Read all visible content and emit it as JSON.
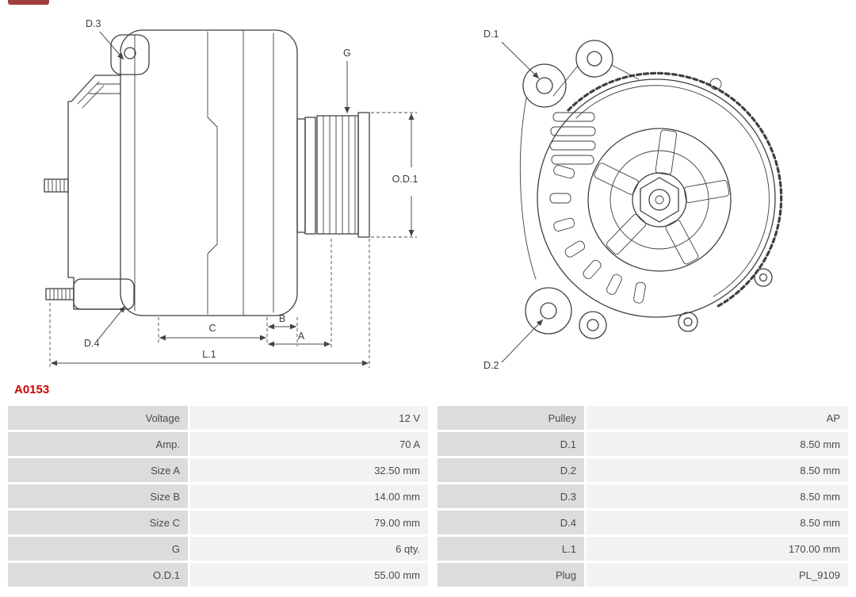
{
  "part_number": "A0153",
  "drawing": {
    "side_view": {
      "d3": "D.3",
      "d4": "D.4",
      "g": "G",
      "od1": "O.D.1",
      "a": "A",
      "b": "B",
      "c": "C",
      "l1": "L.1"
    },
    "rear_view": {
      "d1": "D.1",
      "d2": "D.2"
    }
  },
  "specs": {
    "rows": [
      {
        "l1": "Voltage",
        "v1": "12 V",
        "l2": "Pulley",
        "v2": "AP"
      },
      {
        "l1": "Amp.",
        "v1": "70 A",
        "l2": "D.1",
        "v2": "8.50 mm"
      },
      {
        "l1": "Size A",
        "v1": "32.50 mm",
        "l2": "D.2",
        "v2": "8.50 mm"
      },
      {
        "l1": "Size B",
        "v1": "14.00 mm",
        "l2": "D.3",
        "v2": "8.50 mm"
      },
      {
        "l1": "Size C",
        "v1": "79.00 mm",
        "l2": "D.4",
        "v2": "8.50 mm"
      },
      {
        "l1": "G",
        "v1": "6 qty.",
        "l2": "L.1",
        "v2": "170.00 mm"
      },
      {
        "l1": "O.D.1",
        "v1": "55.00 mm",
        "l2": "Plug",
        "v2": "PL_9109"
      }
    ]
  },
  "colors": {
    "part_number": "#cc0000",
    "label_cell_bg": "#dcdcdc",
    "value_cell_bg": "#f2f2f2",
    "line_color": "#3f3f3f"
  }
}
